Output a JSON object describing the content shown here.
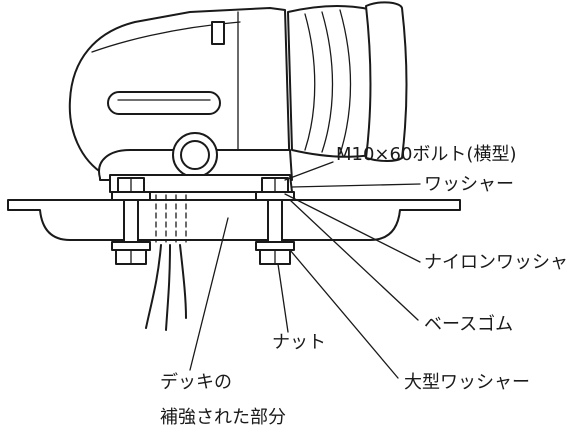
{
  "labels": {
    "bolt": "M10×60ボルト(横型)",
    "washer": "ワッシャー",
    "nylon_washer": "ナイロンワッシャー",
    "base_rubber": "ベースゴム",
    "nut": "ナット",
    "large_washer": "大型ワッシャー",
    "deck_line1": "デッキの",
    "deck_line2": "補強された部分"
  }
}
